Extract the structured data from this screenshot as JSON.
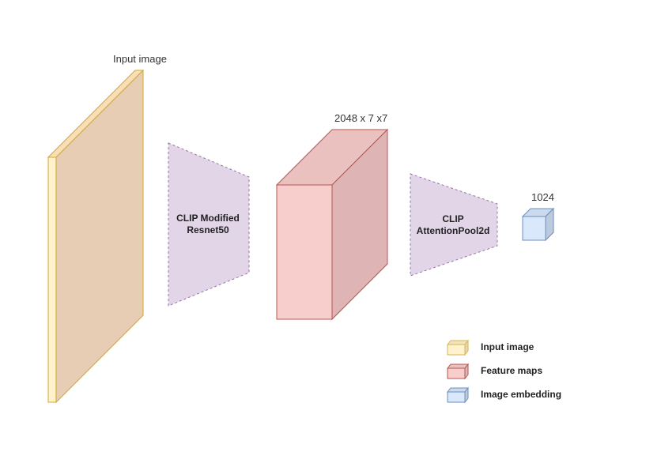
{
  "diagram": {
    "input": {
      "label": "Input image",
      "fill_front": "#fff2cc",
      "fill_face": "#e6cdb3",
      "fill_side": "#f8dfb7",
      "stroke": "#d6a82b"
    },
    "backbone": {
      "line1": "CLIP Modified",
      "line2": "Resnet50",
      "fill": "#e1d5e7",
      "stroke": "#9673a6"
    },
    "feature_maps": {
      "label": "2048 x 7 x7",
      "fill_front": "#f8cecc",
      "fill_top": "#ebc1c0",
      "fill_side": "#deb4b4",
      "stroke": "#b85450"
    },
    "pool": {
      "line1": "CLIP",
      "line2": "AttentionPool2d",
      "fill": "#e1d5e7",
      "stroke": "#9673a6"
    },
    "embedding": {
      "label": "1024",
      "fill_front": "#dae8fc",
      "fill_top": "#ccdaee",
      "fill_side": "#bccadd",
      "stroke": "#6c8ebf"
    }
  },
  "legend": {
    "items": [
      {
        "label": "Input image",
        "icon": "yellow-cube-icon",
        "fill": "#fff2cc",
        "stroke": "#d6b656"
      },
      {
        "label": "Feature maps",
        "icon": "red-cube-icon",
        "fill": "#f8cecc",
        "stroke": "#b85450"
      },
      {
        "label": "Image embedding",
        "icon": "blue-cube-icon",
        "fill": "#dae8fc",
        "stroke": "#6c8ebf"
      }
    ]
  }
}
